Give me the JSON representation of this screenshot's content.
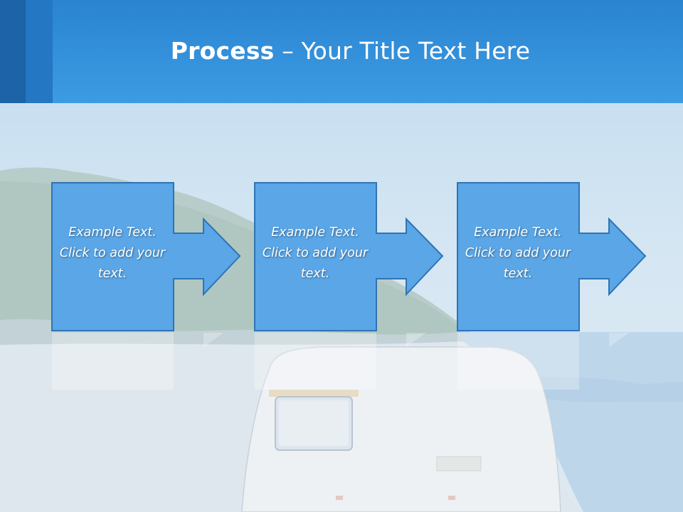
{
  "header": {
    "title_bold": "Process",
    "title_rest": " – Your Title Text Here",
    "bg_color": "#3c9be3"
  },
  "steps": [
    {
      "text": "Example Text. Click  to add your text."
    },
    {
      "text": "Example Text. Click  to add your text."
    },
    {
      "text": "Example Text. Click  to add your text."
    }
  ],
  "colors": {
    "shape_fill": "#5aa6e6",
    "shape_stroke": "#2f74b4"
  }
}
